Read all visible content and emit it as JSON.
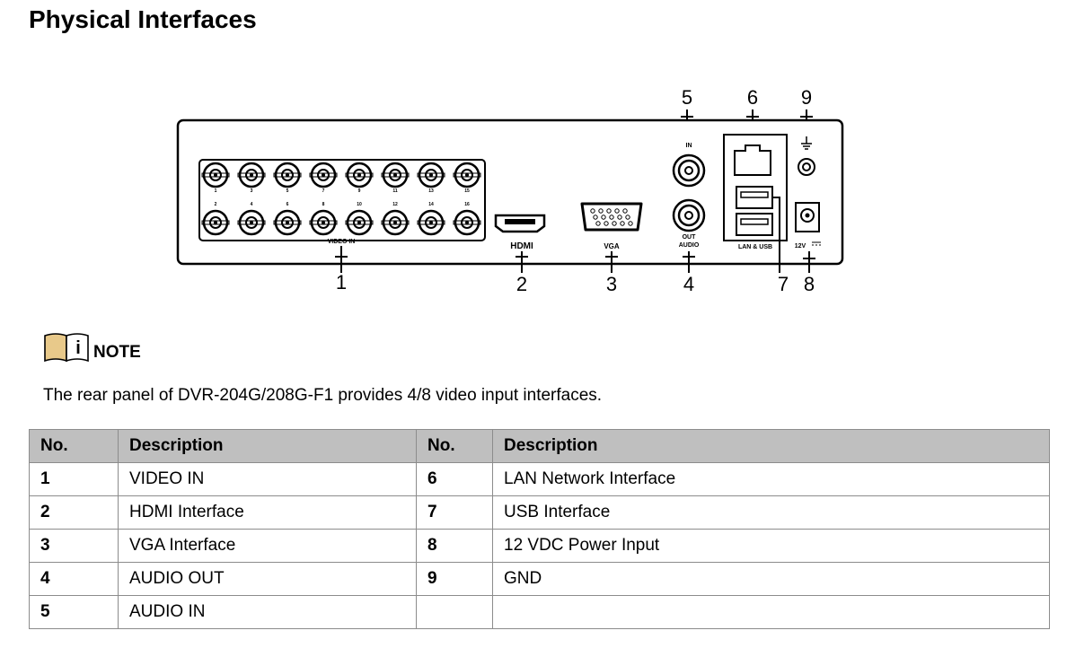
{
  "heading": "Physical Interfaces",
  "diagram": {
    "callouts": [
      "1",
      "2",
      "3",
      "4",
      "5",
      "6",
      "7",
      "8",
      "9"
    ],
    "labels": {
      "video_in": "VIDEO IN",
      "hdmi": "HDMI",
      "vga": "VGA",
      "in": "IN",
      "out": "OUT",
      "audio": "AUDIO",
      "lan_usb": "LAN & USB",
      "power": "12V"
    },
    "bnc_numbers_top": [
      "1",
      "3",
      "5",
      "7",
      "9",
      "11",
      "13",
      "15"
    ],
    "bnc_numbers_bottom": [
      "2",
      "4",
      "6",
      "8",
      "10",
      "12",
      "14",
      "16"
    ]
  },
  "note": {
    "icon": "info-book-icon",
    "label": "NOTE",
    "text": "The rear panel of DVR-204G/208G-F1 provides 4/8 video input interfaces."
  },
  "table": {
    "headers": [
      "No.",
      "Description",
      "No.",
      "Description"
    ],
    "rows": [
      [
        "1",
        "VIDEO IN",
        "6",
        "LAN Network Interface"
      ],
      [
        "2",
        "HDMI Interface",
        "7",
        "USB Interface"
      ],
      [
        "3",
        "VGA Interface",
        "8",
        "12 VDC Power Input"
      ],
      [
        "4",
        "AUDIO OUT",
        "9",
        "GND"
      ],
      [
        "5",
        "AUDIO IN",
        "",
        ""
      ]
    ]
  }
}
